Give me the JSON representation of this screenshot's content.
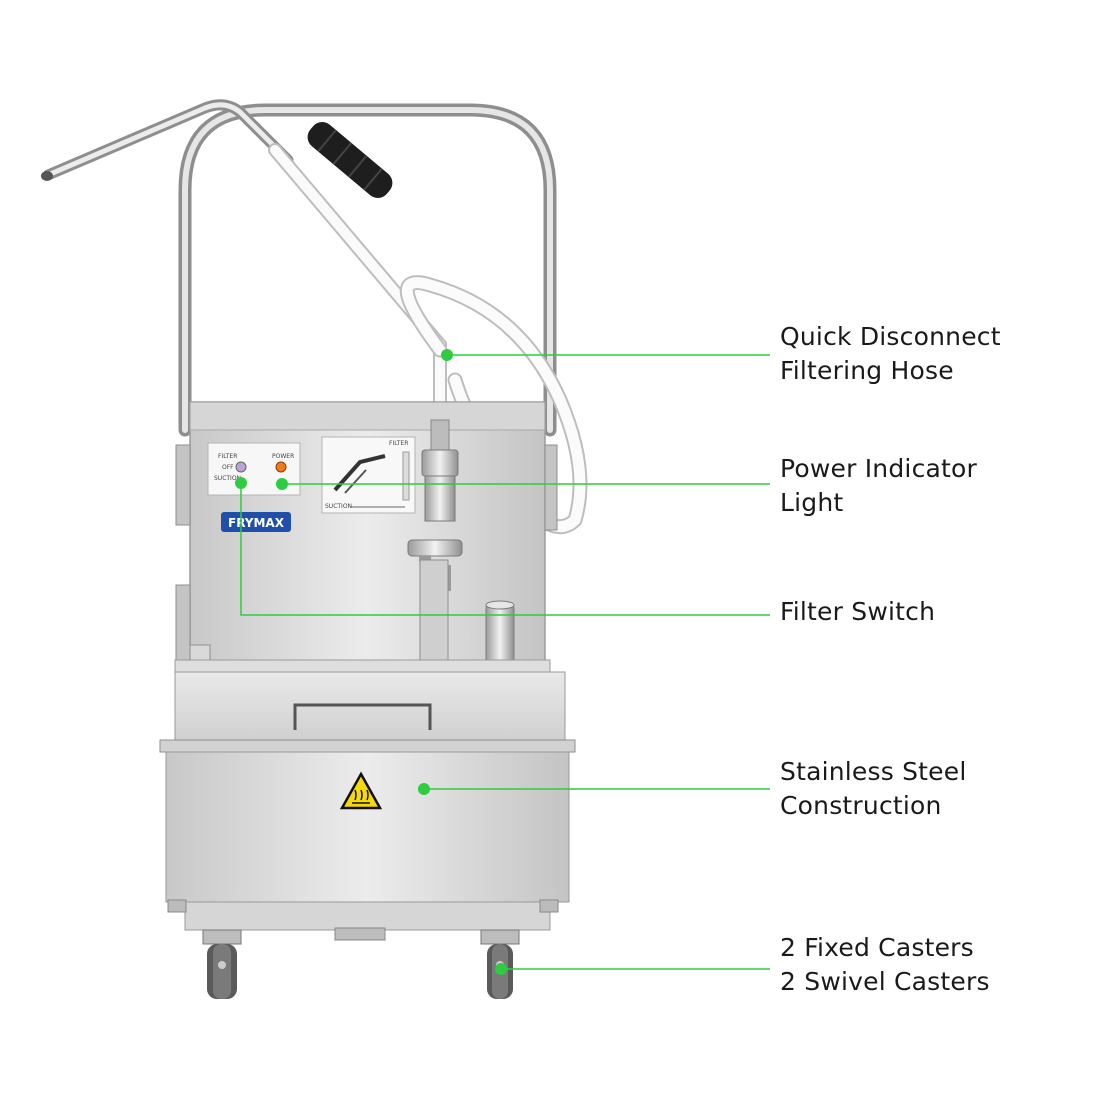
{
  "product": {
    "brand_logo": "FRYMAX",
    "panel": {
      "filter": "FILTER",
      "off": "OFF",
      "suction": "SUCTION",
      "power": "POWER"
    },
    "diagram": {
      "filter": "FILTER",
      "suction": "SUCTION"
    },
    "warning_icon": "hot-surface-warning-icon"
  },
  "callouts": [
    {
      "id": "hose",
      "label": "Quick Disconnect\nFiltering Hose"
    },
    {
      "id": "power-light",
      "label": "Power Indicator\nLight"
    },
    {
      "id": "filter-switch",
      "label": "Filter Switch"
    },
    {
      "id": "construction",
      "label": "Stainless Steel\nConstruction"
    },
    {
      "id": "casters",
      "label": "2 Fixed Casters\n2 Swivel Casters"
    }
  ],
  "colors": {
    "leader_line": "#2ecc40",
    "steel": "#d9d9d9",
    "logo_blue": "#1f4fa8",
    "warning_yellow": "#f5d90a"
  }
}
